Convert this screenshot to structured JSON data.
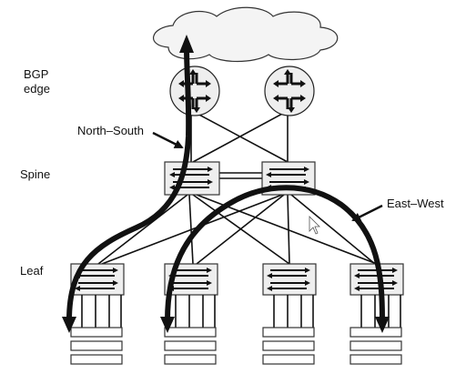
{
  "labels": {
    "bgp_line1": "BGP",
    "bgp_line2": "edge",
    "spine": "Spine",
    "leaf": "Leaf",
    "north_south": "North–South",
    "east_west": "East–West"
  },
  "tiers": {
    "edge_routers": 2,
    "spine_switches": 2,
    "leaf_switches": 4
  },
  "icons": [
    "cloud-icon",
    "router-icon",
    "switch-icon",
    "server-icon",
    "mouse-cursor-icon"
  ]
}
